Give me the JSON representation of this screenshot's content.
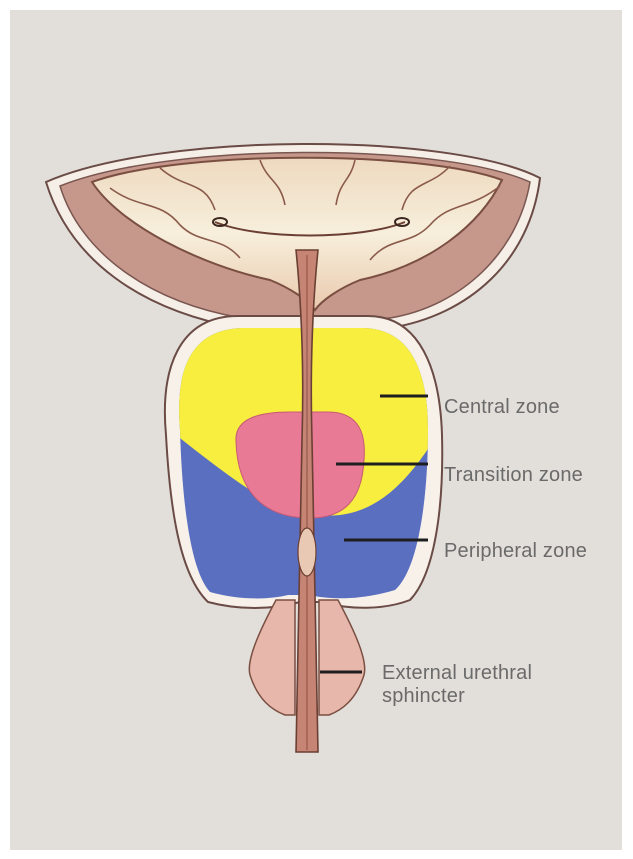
{
  "colors": {
    "panel_background": "#e2dfda",
    "central_zone": "#f7ee40",
    "transition_zone": "#e87a96",
    "peripheral_zone": "#5a6fc0",
    "tissue": "#c59a8e",
    "bladder_interior": "#f3e6cf",
    "leader_line": "#1e1e1e",
    "label_text": "#6a6a6a"
  },
  "labels": {
    "central_zone": "Central zone",
    "transition_zone": "Transition zone",
    "peripheral_zone": "Peripheral zone",
    "external_urethral_sphincter_line1": "External urethral",
    "external_urethral_sphincter_line2": "sphincter"
  }
}
